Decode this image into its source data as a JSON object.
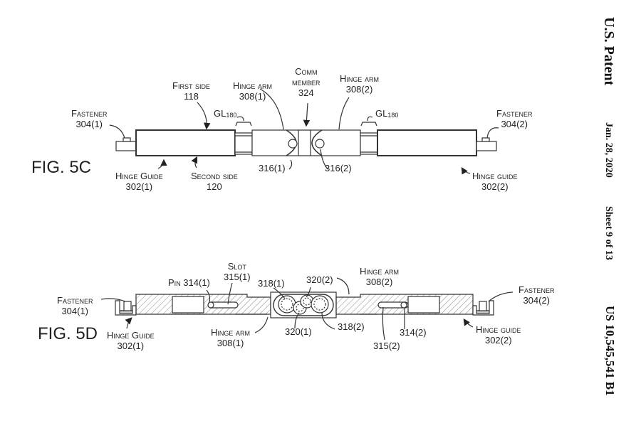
{
  "header": {
    "patent_label": "U.S. Patent",
    "date": "Jan. 28, 2020",
    "sheet": "Sheet 9 of 13",
    "patent_number": "US 10,545,541 B1"
  },
  "fig5c": {
    "title": "FIG. 5C",
    "labels": {
      "fastener_1": {
        "name": "Fastener",
        "ref": "304(1)"
      },
      "fastener_2": {
        "name": "Fastener",
        "ref": "304(2)"
      },
      "first_side": {
        "name": "First side",
        "ref": "118"
      },
      "second_side": {
        "name": "Second side",
        "ref": "120"
      },
      "hinge_arm_1": {
        "name": "Hinge arm",
        "ref": "308(1)"
      },
      "hinge_arm_2": {
        "name": "Hinge arm",
        "ref": "308(2)"
      },
      "comm_member": {
        "name1": "Comm",
        "name2": "member",
        "ref": "324"
      },
      "gl_1": {
        "main": "GL",
        "sub": "180"
      },
      "gl_2": {
        "main": "GL",
        "sub": "180"
      },
      "hinge_guide_1": {
        "name": "Hinge Guide",
        "ref": "302(1)"
      },
      "hinge_guide_2": {
        "name": "Hinge guide",
        "ref": "302(2)"
      },
      "pivot_1": "316(1)",
      "pivot_2": "316(2)"
    }
  },
  "fig5d": {
    "title": "FIG. 5D",
    "labels": {
      "fastener_1": {
        "name": "Fastener",
        "ref": "304(1)"
      },
      "fastener_2": {
        "name": "Fastener",
        "ref": "304(2)"
      },
      "pin_1": {
        "name": "Pin",
        "ref": "314(1)"
      },
      "slot_1": {
        "name": "Slot",
        "ref": "315(1)"
      },
      "gear_318_1": "318(1)",
      "gear_320_2": "320(2)",
      "gear_320_1": "320(1)",
      "gear_318_2": "318(2)",
      "hinge_arm_1": {
        "name": "Hinge arm",
        "ref": "308(1)"
      },
      "hinge_arm_2": {
        "name": "Hinge arm",
        "ref": "308(2)"
      },
      "hinge_guide_1": {
        "name": "Hinge Guide",
        "ref": "302(1)"
      },
      "hinge_guide_2": {
        "name": "Hinge guide",
        "ref": "302(2)"
      },
      "pin_2": "314(2)",
      "slot_2": "315(2)"
    }
  }
}
